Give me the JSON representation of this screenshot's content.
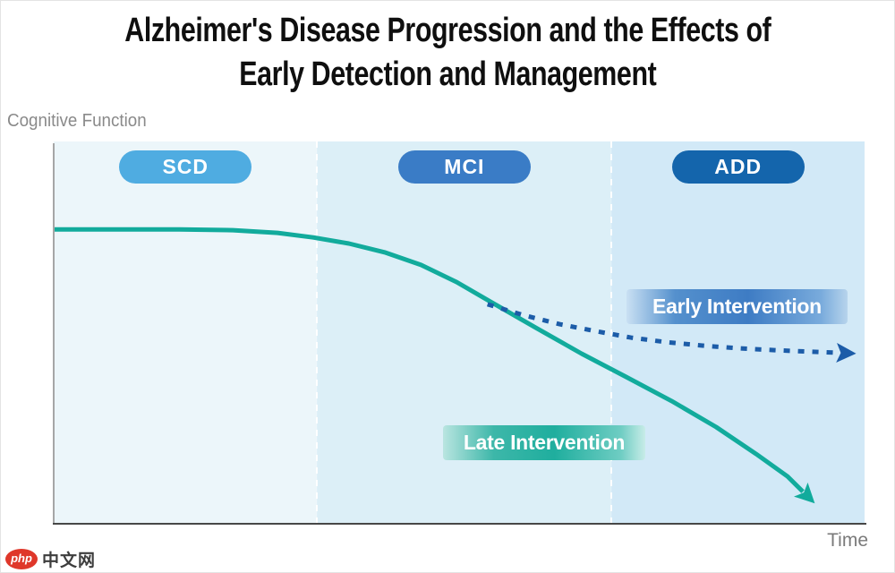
{
  "title": {
    "line1": "Alzheimer's Disease Progression and the Effects of",
    "line2": "Early Detection and Management"
  },
  "axes": {
    "y_label": "Cognitive Function",
    "x_label": "Time"
  },
  "chart_data": {
    "type": "line",
    "title": "Alzheimer's Disease Progression and the Effects of Early Detection and Management",
    "xlabel": "Time",
    "ylabel": "Cognitive Function",
    "x_range": [
      0,
      10
    ],
    "y_range": [
      0,
      100
    ],
    "grid": false,
    "legend_position": "none",
    "stages": [
      {
        "label": "SCD",
        "x_start": 0,
        "x_end": 3.25,
        "badge_color": "#4face1",
        "region_color": "#ecf6fa"
      },
      {
        "label": "MCI",
        "x_start": 3.25,
        "x_end": 6.88,
        "badge_color": "#3a7cc6",
        "region_color": "#dceff7"
      },
      {
        "label": "ADD",
        "x_start": 6.88,
        "x_end": 10,
        "badge_color": "#1465ac",
        "region_color": "#d2e9f7"
      }
    ],
    "series": [
      {
        "name": "Late Intervention",
        "style": "solid",
        "color": "#12ab9c",
        "points": [
          [
            0,
            77
          ],
          [
            0.77,
            77
          ],
          [
            1.55,
            77
          ],
          [
            2.21,
            76.8
          ],
          [
            2.76,
            76.1
          ],
          [
            3.2,
            74.9
          ],
          [
            3.64,
            73.3
          ],
          [
            4.08,
            71
          ],
          [
            4.53,
            67.7
          ],
          [
            4.97,
            63.2
          ],
          [
            5.41,
            57.8
          ],
          [
            5.96,
            51.1
          ],
          [
            6.51,
            44.5
          ],
          [
            7.06,
            38.4
          ],
          [
            7.62,
            32.1
          ],
          [
            8.17,
            25.3
          ],
          [
            8.66,
            18.3
          ],
          [
            9.05,
            12.4
          ],
          [
            9.24,
            8.4
          ]
        ]
      },
      {
        "name": "Early Intervention",
        "style": "dashed",
        "color": "#1c5ca8",
        "points": [
          [
            5.35,
            57.4
          ],
          [
            5.79,
            54.6
          ],
          [
            6.24,
            52.2
          ],
          [
            6.68,
            50.4
          ],
          [
            7.12,
            48.7
          ],
          [
            7.56,
            47.5
          ],
          [
            8,
            46.6
          ],
          [
            8.44,
            45.9
          ],
          [
            8.89,
            45.4
          ],
          [
            9.33,
            45
          ],
          [
            9.69,
            44.7
          ]
        ]
      }
    ],
    "annotations": [
      {
        "text": "Early Intervention",
        "color": "#3e7cc4"
      },
      {
        "text": "Late Intervention",
        "color": "#1fae9e"
      }
    ]
  },
  "logo": {
    "badge_text": "php",
    "site_text": "中文网",
    "badge_color": "#df372a"
  }
}
